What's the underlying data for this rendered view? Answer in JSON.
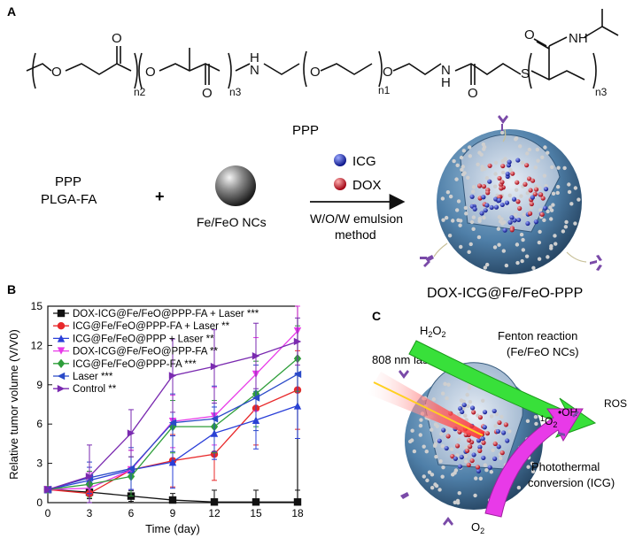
{
  "panels": {
    "a": {
      "letter": "A",
      "polymer_label": "PPP",
      "subscripts": {
        "n2": "n2",
        "n3": "n3",
        "n1": "n1",
        "n3b": "n3"
      },
      "reactant_1": "PPP",
      "reactant_2": "PLGA-FA",
      "plus": "+",
      "nc_label": "Fe/FeO NCs",
      "legend_icg": "ICG",
      "legend_dox": "DOX",
      "method_line1": "W/O/W emulsion",
      "method_line2": "method",
      "product_label": "DOX-ICG@Fe/FeO-PPP"
    },
    "b": {
      "letter": "B"
    },
    "c": {
      "letter": "C",
      "h2o2": "H2O2",
      "fenton_line1": "Fenton reaction",
      "fenton_line2": "(Fe/FeO NCs)",
      "laser": "808 nm laser",
      "oh": "•OH",
      "ros": "ROS",
      "o2_radical": "¹O2",
      "photothermal_line1": "Photothermal",
      "photothermal_line2": "conversion (ICG)",
      "o2": "O2"
    }
  },
  "colors": {
    "blue_sphere": "#4f7fa8",
    "icg": "#2430c8",
    "dox": "#e0202a",
    "fenton_arrow": "#38e03a",
    "photothermal_arrow": "#e83ae8",
    "ligand": "#7a4aa8"
  },
  "chart_data": {
    "type": "line",
    "xlabel": "Time (day)",
    "ylabel": "Relative tumor volume (V/V0)",
    "xlim": [
      0,
      18
    ],
    "ylim": [
      0,
      15
    ],
    "xticks": [
      0,
      3,
      6,
      9,
      12,
      15,
      18
    ],
    "yticks": [
      0,
      3,
      6,
      9,
      12,
      15
    ],
    "grid": false,
    "legend_position": "top-left",
    "x": [
      0,
      3,
      6,
      9,
      12,
      15,
      18
    ],
    "series": [
      {
        "name": "DOX-ICG@Fe/FeO@PPP-FA + Laser",
        "sig": "***",
        "color": "#111111",
        "marker": "square",
        "values": [
          1.0,
          0.8,
          0.5,
          0.2,
          0.05,
          0.05,
          0.05
        ],
        "err": [
          0.2,
          0.5,
          0.4,
          0.5,
          0.9,
          0.9,
          0.9
        ]
      },
      {
        "name": "ICG@Fe/FeO@PPP-FA + Laser",
        "sig": "**",
        "color": "#e8282a",
        "marker": "circle",
        "values": [
          1.0,
          0.7,
          2.5,
          3.2,
          3.7,
          7.2,
          8.6
        ],
        "err": [
          0.2,
          1.0,
          1.5,
          2.0,
          2.0,
          2.8,
          3.0
        ]
      },
      {
        "name": "ICG@Fe/FeO@PPP + Laser",
        "sig": "**",
        "color": "#2a3fd8",
        "marker": "triangle-up",
        "values": [
          1.0,
          1.7,
          2.5,
          3.1,
          5.3,
          6.3,
          7.4
        ],
        "err": [
          0.2,
          1.0,
          1.5,
          2.0,
          2.0,
          2.2,
          2.5
        ]
      },
      {
        "name": "DOX-ICG@Fe/FeO@PPP-FA",
        "sig": "**",
        "color": "#e83ae8",
        "marker": "triangle-down",
        "values": [
          1.0,
          1.1,
          2.5,
          6.2,
          6.6,
          9.8,
          13.1
        ],
        "err": [
          0.2,
          1.2,
          1.5,
          2.0,
          2.2,
          2.8,
          2.0
        ]
      },
      {
        "name": "ICG@Fe/FeO@PPP-FA",
        "sig": "***",
        "color": "#2e9e3a",
        "marker": "diamond",
        "values": [
          1.0,
          1.4,
          2.0,
          5.8,
          5.8,
          8.3,
          11.0
        ],
        "err": [
          0.2,
          1.0,
          1.5,
          2.0,
          2.0,
          2.5,
          2.5
        ]
      },
      {
        "name": "Laser",
        "sig": "***",
        "color": "#2a4ac8",
        "marker": "triangle-left",
        "values": [
          1.0,
          1.9,
          2.6,
          6.1,
          6.4,
          8.0,
          9.8
        ],
        "err": [
          0.2,
          1.2,
          1.6,
          2.2,
          2.5,
          2.5,
          2.5
        ]
      },
      {
        "name": "Control",
        "sig": "**",
        "color": "#7a2ab0",
        "marker": "triangle-right",
        "values": [
          1.0,
          2.0,
          5.3,
          9.7,
          10.4,
          11.2,
          12.3
        ],
        "err": [
          0.2,
          2.4,
          1.8,
          2.8,
          2.8,
          2.5,
          1.8
        ]
      }
    ]
  }
}
